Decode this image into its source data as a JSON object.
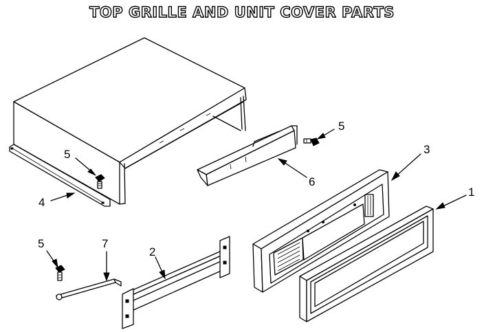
{
  "title": "TOP GRILLE AND UNIT COVER PARTS",
  "callouts": {
    "c1": "1",
    "c2": "2",
    "c3": "3",
    "c4": "4",
    "c5a": "5",
    "c5b": "5",
    "c5c": "5",
    "c6": "6",
    "c7": "7"
  }
}
